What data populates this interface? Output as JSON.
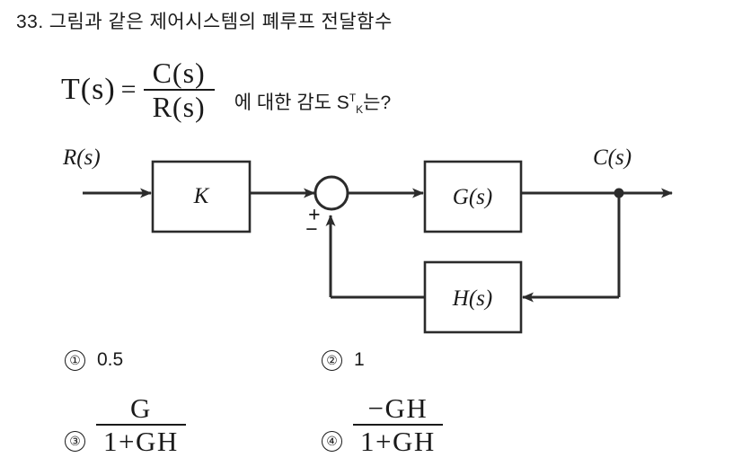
{
  "question": {
    "number": "33.",
    "text": "그림과 같은 제어시스템의 폐루프 전달함수"
  },
  "formula": {
    "lhs": "T(s)",
    "equals": "=",
    "numerator": "C(s)",
    "denominator": "R(s)",
    "suffix_before_symbol": "에 대한 감도 ",
    "sensitivity_base": "S",
    "sensitivity_sup": "T",
    "sensitivity_sub": "K",
    "suffix_after_symbol": "는?"
  },
  "diagram": {
    "input_label": "R(s)",
    "output_label": "C(s)",
    "gain_block": "K",
    "forward_block": "G(s)",
    "feedback_block": "H(s)",
    "summing_plus": "+",
    "summing_minus": "−",
    "line_color": "#2b2b2b"
  },
  "choices": [
    {
      "marker": "①",
      "type": "simple",
      "value": "0.5"
    },
    {
      "marker": "②",
      "type": "simple",
      "value": "1"
    },
    {
      "marker": "③",
      "type": "fraction",
      "numerator": "G",
      "denominator": "1+GH"
    },
    {
      "marker": "④",
      "type": "fraction",
      "numerator": "−GH",
      "denominator": "1+GH"
    }
  ]
}
